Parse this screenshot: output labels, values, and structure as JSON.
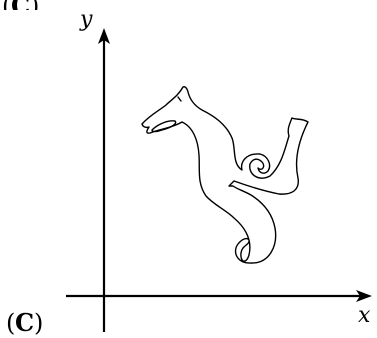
{
  "figure": {
    "panel_open": "(",
    "panel_letter": "C",
    "panel_close": ")",
    "panel_partial_top": "(C)",
    "x_axis_label": "x",
    "y_axis_label": "y",
    "shape_description_icon": "triskelion-curve-icon"
  }
}
